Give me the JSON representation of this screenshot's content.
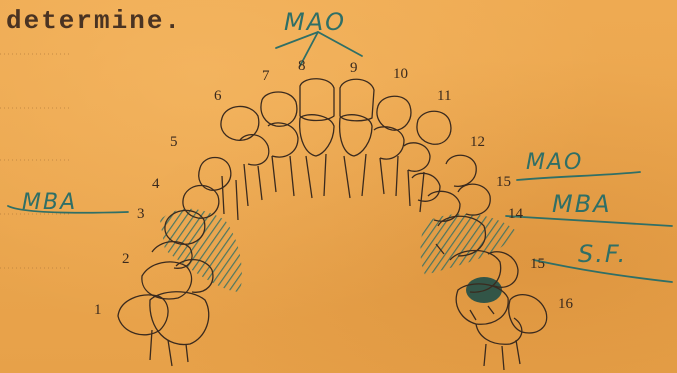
{
  "document": {
    "typed_text": "determine.",
    "annotations": {
      "top": "MAO",
      "left": "MBA",
      "right_1": "MAO",
      "right_2": "MBA",
      "right_3": "S.F."
    },
    "tooth_numbers": {
      "n1": "1",
      "n2": "2",
      "n3": "3",
      "n4": "4",
      "n5": "5",
      "n6": "6",
      "n7": "7",
      "n8": "8",
      "n9": "9",
      "n10": "10",
      "n11": "11",
      "n12": "12",
      "n13": "15",
      "n14": "14",
      "n15": "15",
      "n16": "16"
    },
    "colors": {
      "paper": "#e9a64e",
      "ink_pencil": "#3a2a1e",
      "ink_teal": "#2f6f66"
    }
  }
}
